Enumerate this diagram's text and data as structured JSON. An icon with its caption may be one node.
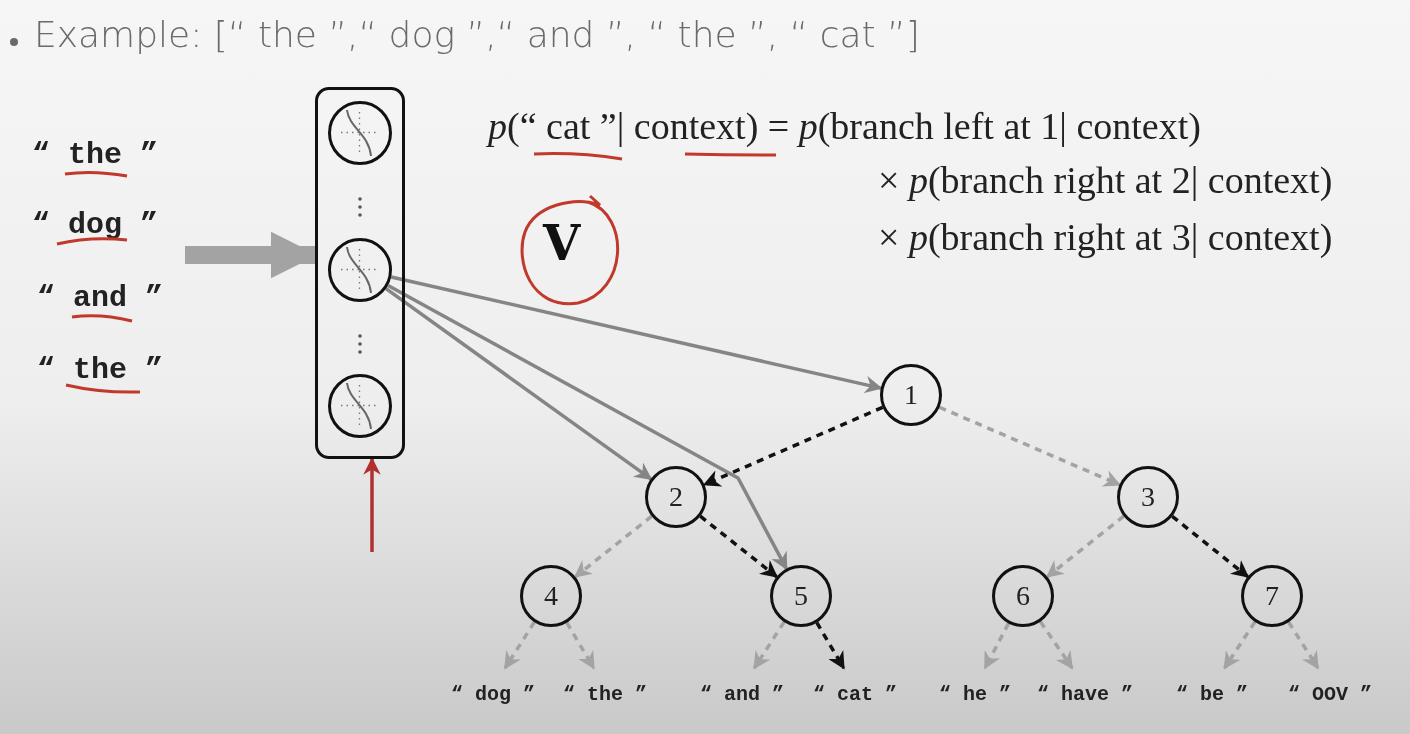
{
  "diagram": {
    "title": "Example: [“ the ”,“ dog ”,“ and ”, “ the ”, “ cat ”]",
    "nodes": [
      {
        "text": [
          "“ the ”"
        ]
      },
      {
        "text": [
          "“ dog ”"
        ]
      },
      {
        "text": [
          "“ and ”"
        ]
      },
      {
        "text": [
          "“ the ”"
        ]
      },
      {
        "text": [],
        "shape": "box"
      },
      {
        "text": [],
        "shape": "circle",
        "in": 4
      },
      {
        "text": [],
        "shape": "circle",
        "in": 4
      },
      {
        "text": [],
        "shape": "circle",
        "in": 4
      },
      {
        "text": [
          "1"
        ]
      },
      {
        "text": [
          "2"
        ]
      },
      {
        "text": [
          "3"
        ]
      },
      {
        "text": [
          "4"
        ]
      },
      {
        "text": [
          "5"
        ]
      },
      {
        "text": [
          "6"
        ]
      },
      {
        "text": [
          "7"
        ]
      },
      {
        "text": [
          "“ dog ”"
        ]
      },
      {
        "text": [
          "“ the ”"
        ]
      },
      {
        "text": [
          "“ and ”"
        ]
      },
      {
        "text": [
          "“ cat ”"
        ]
      },
      {
        "text": [
          "“ he ”"
        ]
      },
      {
        "text": [
          "“ have ”"
        ]
      },
      {
        "text": [
          "“ be ”"
        ]
      },
      {
        "text": [
          "“ OOV ”"
        ]
      }
    ],
    "edges": [
      {
        "from": null,
        "to": 4,
        "arrow": "to",
        "style": "thick"
      },
      {
        "from": 6,
        "to": 8,
        "arrow": "to",
        "color": "#858585"
      },
      {
        "from": 6,
        "to": 9,
        "arrow": "to",
        "color": "#858585"
      },
      {
        "from": 6,
        "to": 12,
        "arrow": "to",
        "color": "#858585"
      },
      {
        "from": 8,
        "to": 9,
        "arrow": "to",
        "style": "dashed",
        "color": "#111111"
      },
      {
        "from": 8,
        "to": 10,
        "arrow": "to",
        "style": "dashed"
      },
      {
        "from": 9,
        "to": 11,
        "arrow": "to",
        "style": "dashed"
      },
      {
        "from": 9,
        "to": 12,
        "arrow": "to",
        "style": "dashed",
        "color": "#111111"
      },
      {
        "from": 10,
        "to": 13,
        "arrow": "to",
        "style": "dashed"
      },
      {
        "from": 10,
        "to": 14,
        "arrow": "to",
        "style": "dashed",
        "color": "#111111"
      },
      {
        "from": 11,
        "to": 15,
        "arrow": "to",
        "style": "dashed"
      },
      {
        "from": 11,
        "to": 16,
        "arrow": "to",
        "style": "dashed"
      },
      {
        "from": 12,
        "to": 17,
        "arrow": "to",
        "style": "dashed"
      },
      {
        "from": 12,
        "to": 18,
        "arrow": "to",
        "style": "dashed",
        "color": "#111111"
      },
      {
        "from": 13,
        "to": 19,
        "arrow": "to",
        "style": "dashed"
      },
      {
        "from": 13,
        "to": 20,
        "arrow": "to",
        "style": "dashed"
      },
      {
        "from": 14,
        "to": 21,
        "arrow": "to",
        "style": "dashed"
      },
      {
        "from": 14,
        "to": 22,
        "arrow": "to",
        "style": "dashed"
      },
      {
        "from": null,
        "to": 4,
        "arrow": "to",
        "color": "#b03030"
      }
    ],
    "labels": [
      "*p*(“ cat ”| context) = *p*(branch left at 1| context)",
      "× *p*(branch right at 2| context)",
      "× *p*(branch right at 3| context)",
      "V"
    ]
  }
}
